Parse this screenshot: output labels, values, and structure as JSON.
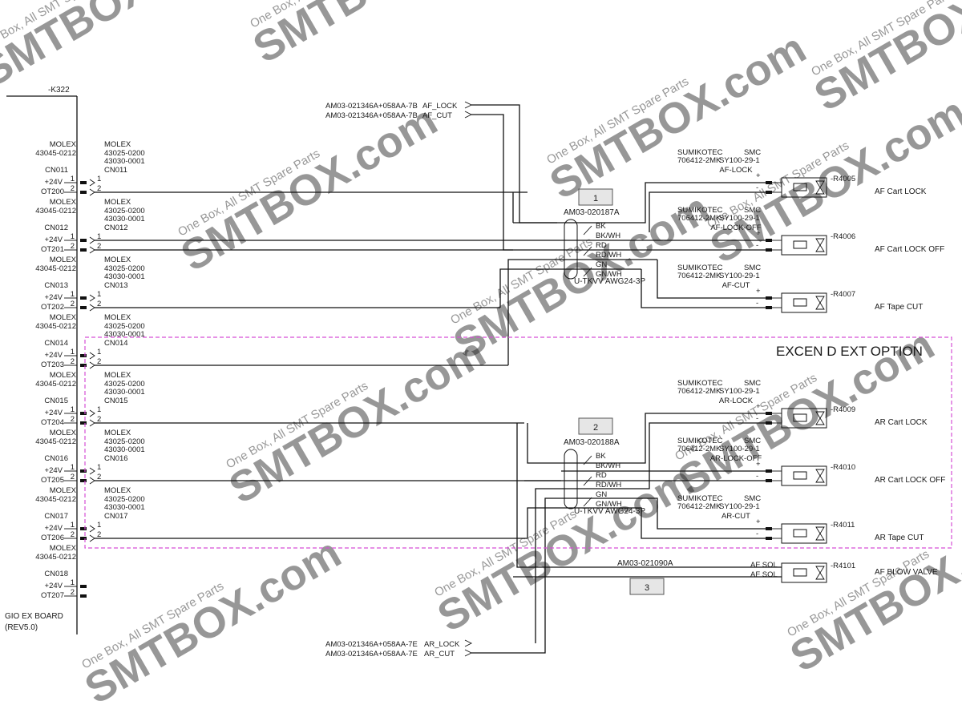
{
  "board": {
    "ref": "-K322",
    "name": "GIO EX BOARD",
    "rev": "(REV5.0)"
  },
  "connectors": [
    {
      "maker": "MOLEX",
      "part": "43045-0212",
      "cn": "CN011",
      "pins": [
        "+24V",
        "OT200"
      ],
      "mate": {
        "maker": "MOLEX",
        "part1": "43025-0200",
        "part2": "43030-0001",
        "cn": "CN011"
      }
    },
    {
      "maker": "MOLEX",
      "part": "43045-0212",
      "cn": "CN012",
      "pins": [
        "+24V",
        "OT201"
      ],
      "mate": {
        "maker": "MOLEX",
        "part1": "43025-0200",
        "part2": "43030-0001",
        "cn": "CN012"
      }
    },
    {
      "maker": "MOLEX",
      "part": "43045-0212",
      "cn": "CN013",
      "pins": [
        "+24V",
        "OT202"
      ],
      "mate": {
        "maker": "MOLEX",
        "part1": "43025-0200",
        "part2": "43030-0001",
        "cn": "CN013"
      }
    },
    {
      "maker": "MOLEX",
      "part": "43045-0212",
      "cn": "CN014",
      "pins": [
        "+24V",
        "OT203"
      ],
      "mate": {
        "maker": "MOLEX",
        "part1": "43025-0200",
        "part2": "43030-0001",
        "cn": "CN014"
      }
    },
    {
      "maker": "MOLEX",
      "part": "43045-0212",
      "cn": "CN015",
      "pins": [
        "+24V",
        "OT204"
      ],
      "mate": {
        "maker": "MOLEX",
        "part1": "43025-0200",
        "part2": "43030-0001",
        "cn": "CN015"
      }
    },
    {
      "maker": "MOLEX",
      "part": "43045-0212",
      "cn": "CN016",
      "pins": [
        "+24V",
        "OT205"
      ],
      "mate": {
        "maker": "MOLEX",
        "part1": "43025-0200",
        "part2": "43030-0001",
        "cn": "CN016"
      }
    },
    {
      "maker": "MOLEX",
      "part": "43045-0212",
      "cn": "CN017",
      "pins": [
        "+24V",
        "OT206"
      ],
      "mate": {
        "maker": "MOLEX",
        "part1": "43025-0200",
        "part2": "43030-0001",
        "cn": "CN017"
      }
    },
    {
      "maker": "MOLEX",
      "part": "43045-0212",
      "cn": "CN018",
      "pins": [
        "+24V",
        "OT207"
      ],
      "mate": null
    }
  ],
  "pin_numbers": [
    "1",
    "2"
  ],
  "inputs_top": [
    {
      "part": "AM03-021346A+058AA-7B",
      "signal": "AF_LOCK"
    },
    {
      "part": "AM03-021346A+058AA-7B",
      "signal": "AF_CUT"
    }
  ],
  "inputs_bottom": [
    {
      "part": "AM03-021346A+058AA-7E",
      "signal": "AR_LOCK"
    },
    {
      "part": "AM03-021346A+058AA-7E",
      "signal": "AR_CUT"
    }
  ],
  "cables": [
    {
      "num": "1",
      "part": "AM03-020187A",
      "type": "U-TKVV AWG24-3P",
      "wires": [
        "BK",
        "BK/WH",
        "RD",
        "RD/WH",
        "GN",
        "GN/WH"
      ]
    },
    {
      "num": "2",
      "part": "AM03-020188A",
      "type": "U-TKVV AWG24-3P",
      "wires": [
        "BK",
        "BK/WH",
        "RD",
        "RD/WH",
        "GN",
        "GN/WH"
      ]
    },
    {
      "num": "3",
      "part": "AM03-021090A"
    }
  ],
  "valves": [
    {
      "maker1": "SUMIKOTEC",
      "maker2": "SMC",
      "part": "706412-2MK",
      "part2": "SY100-29-1",
      "name": "AF-LOCK",
      "ref": "-R4005",
      "label": "AF Cart LOCK"
    },
    {
      "maker1": "SUMIKOTEC",
      "maker2": "SMC",
      "part": "706412-2MK",
      "part2": "SY100-29-1",
      "name": "AF-LOCK-OFF",
      "ref": "-R4006",
      "label": "AF Cart LOCK OFF"
    },
    {
      "maker1": "SUMIKOTEC",
      "maker2": "SMC",
      "part": "706412-2MK",
      "part2": "SY100-29-1",
      "name": "AF-CUT",
      "ref": "-R4007",
      "label": "AF Tape CUT"
    },
    {
      "maker1": "SUMIKOTEC",
      "maker2": "SMC",
      "part": "706412-2MK",
      "part2": "SY100-29-1",
      "name": "AR-LOCK",
      "ref": "-R4009",
      "label": "AR Cart LOCK"
    },
    {
      "maker1": "SUMIKOTEC",
      "maker2": "SMC",
      "part": "706412-2MK",
      "part2": "SY100-29-1",
      "name": "AR-LOCK-OFF",
      "ref": "-R4010",
      "label": "AR Cart LOCK OFF"
    },
    {
      "maker1": "SUMIKOTEC",
      "maker2": "SMC",
      "part": "706412-2MK",
      "part2": "SY100-29-1",
      "name": "AR-CUT",
      "ref": "-R4011",
      "label": "AR Tape CUT"
    }
  ],
  "blow_valve": {
    "sol1": "AF SOL",
    "sol2": "AF SOL",
    "ref": "-R4101",
    "label": "AF BLOW VALVE"
  },
  "valve_pins": [
    "+",
    "-"
  ],
  "option_box_label": "EXCEN D EXT OPTION",
  "watermark": {
    "brand": "SMTBOX.com",
    "tagline": "One Box, All SMT Spare Parts"
  }
}
